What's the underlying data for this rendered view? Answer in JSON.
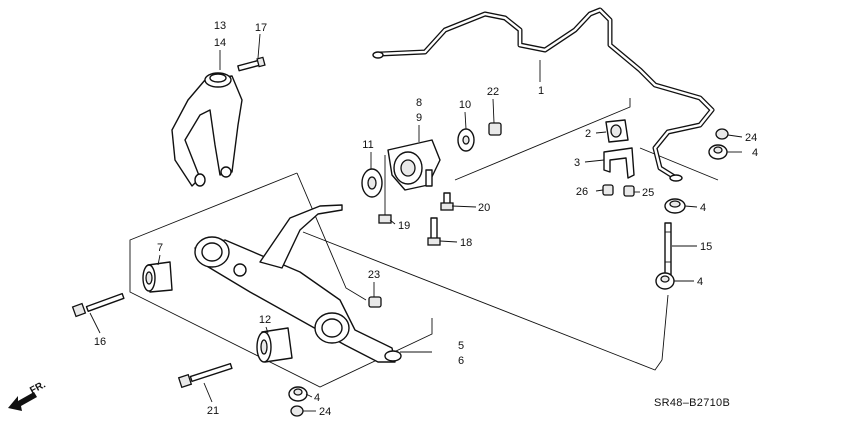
{
  "labels": {
    "p1": "1",
    "p2": "2",
    "p3": "3",
    "p4a": "4",
    "p4b": "4",
    "p4c": "4",
    "p4d": "4",
    "p5": "5",
    "p6": "6",
    "p7": "7",
    "p8": "8",
    "p9": "9",
    "p10": "10",
    "p11": "11",
    "p12": "12",
    "p13": "13",
    "p14": "14",
    "p15": "15",
    "p16": "16",
    "p17": "17",
    "p18": "18",
    "p19": "19",
    "p20": "20",
    "p21": "21",
    "p22": "22",
    "p23": "23",
    "p24a": "24",
    "p24b": "24",
    "p25": "25",
    "p26": "26"
  },
  "diagram_code": "SR48–B2710B",
  "direction_label": "FR."
}
